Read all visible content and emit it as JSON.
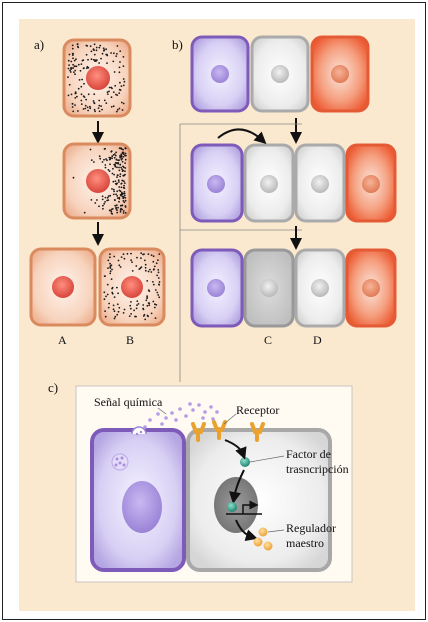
{
  "panels": {
    "a": "a)",
    "b": "b)",
    "c": "c)"
  },
  "cell_labels": {
    "A": "A",
    "B": "B",
    "C": "C",
    "D": "D"
  },
  "annotations": {
    "chemical_signal": "Señal química",
    "receptor": "Receptor",
    "transcription_factor_line1": "Factor de",
    "transcription_factor_line2": "trasncripción",
    "master_regulator_line1": "Regulador",
    "master_regulator_line2": "maestro"
  },
  "colors": {
    "background": "#fbe9cf",
    "orange_border": "#d98a5e",
    "nucleus_red": "#e25b4f",
    "purple_cell": "#c2b6e8",
    "purple_border": "#7e5bb8",
    "gray_cell": "#e6e6e6",
    "dark_gray_cell": "#c8c8c8",
    "red_cell": "#ef6f47",
    "receptor_orange": "#e9a230",
    "transcription_factor_teal": "#2a9c86"
  }
}
